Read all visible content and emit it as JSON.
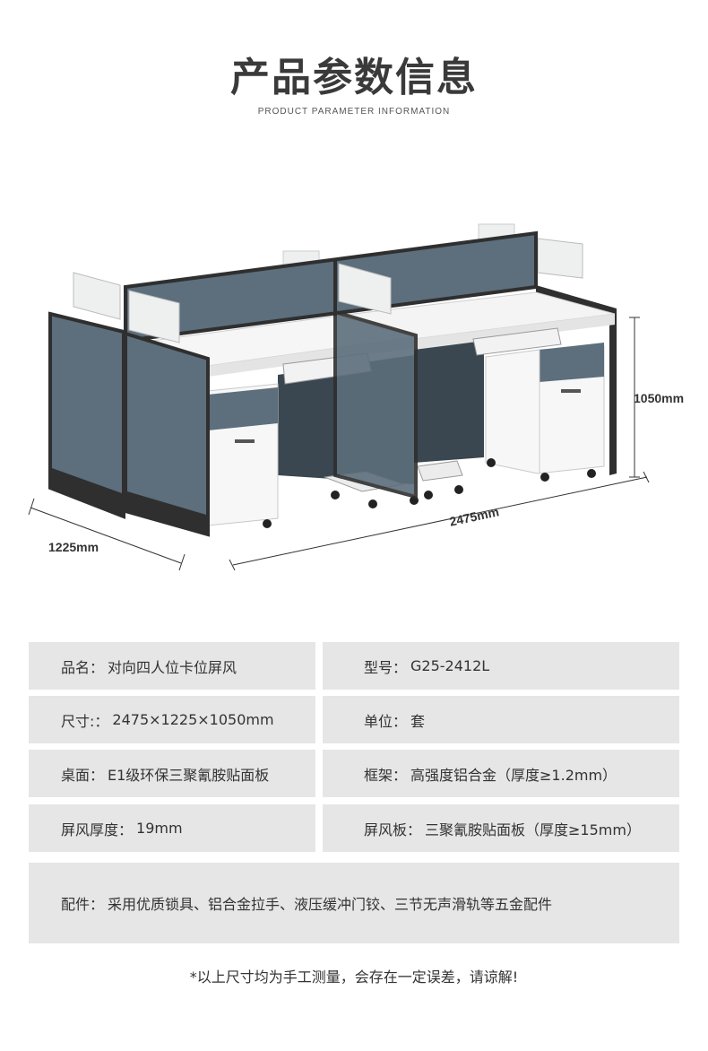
{
  "header": {
    "title": "产品参数信息",
    "subtitle": "PRODUCT PARAMETER INFORMATION"
  },
  "dimensions": {
    "height": "1050mm",
    "length": "2475mm",
    "depth": "1225mm"
  },
  "specs": {
    "name": {
      "label": "品名：",
      "value": "对向四人位卡位屏风"
    },
    "model": {
      "label": "型号：",
      "value": "G25-2412L"
    },
    "size": {
      "label": "尺寸:：",
      "value": "2475×1225×1050mm"
    },
    "unit": {
      "label": "单位：",
      "value": "套"
    },
    "desktop": {
      "label": "桌面：",
      "value": "E1级环保三聚氰胺贴面板"
    },
    "frame": {
      "label": "框架：",
      "value": "高强度铝合金（厚度≥1.2mm）"
    },
    "screen_thickness": {
      "label": "屏风厚度：",
      "value": "19mm"
    },
    "screen_board": {
      "label": "屏风板：",
      "value": "三聚氰胺贴面板（厚度≥15mm）"
    },
    "accessories": {
      "label": "配件：",
      "value": "采用优质锁具、铝合金拉手、液压缓冲门铰、三节无声滑轨等五金配件"
    }
  },
  "footer": {
    "note": "*以上尺寸均为手工测量，会存在一定误差，请谅解!"
  },
  "colors": {
    "panel_blue": "#5d6e7c",
    "frame_dark": "#2f2f2f",
    "desk_white": "#f4f4f4",
    "cell_bg": "#e6e6e6"
  }
}
